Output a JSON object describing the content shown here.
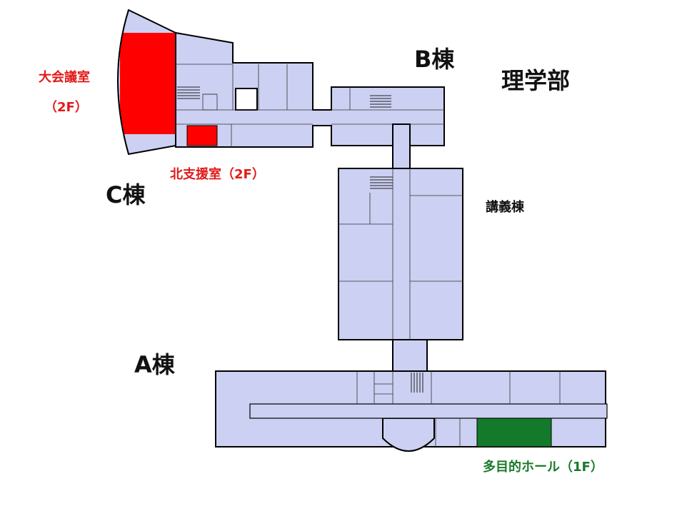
{
  "colors": {
    "floor": "#ccd0f2",
    "highlight_red": "#ff0000",
    "highlight_green": "#127a2a",
    "label_red": "#e31919",
    "label_green": "#1a7a2a"
  },
  "labels": {
    "building_b": "B棟",
    "building_c": "C棟",
    "building_a": "A棟",
    "faculty_science": "理学部",
    "lecture_building": "講義棟",
    "main_hall": "大会議室",
    "main_hall_floor": "（2F）",
    "north_support_room": "北支援室（2F）",
    "multipurpose_hall": "多目的ホール（1F）"
  }
}
